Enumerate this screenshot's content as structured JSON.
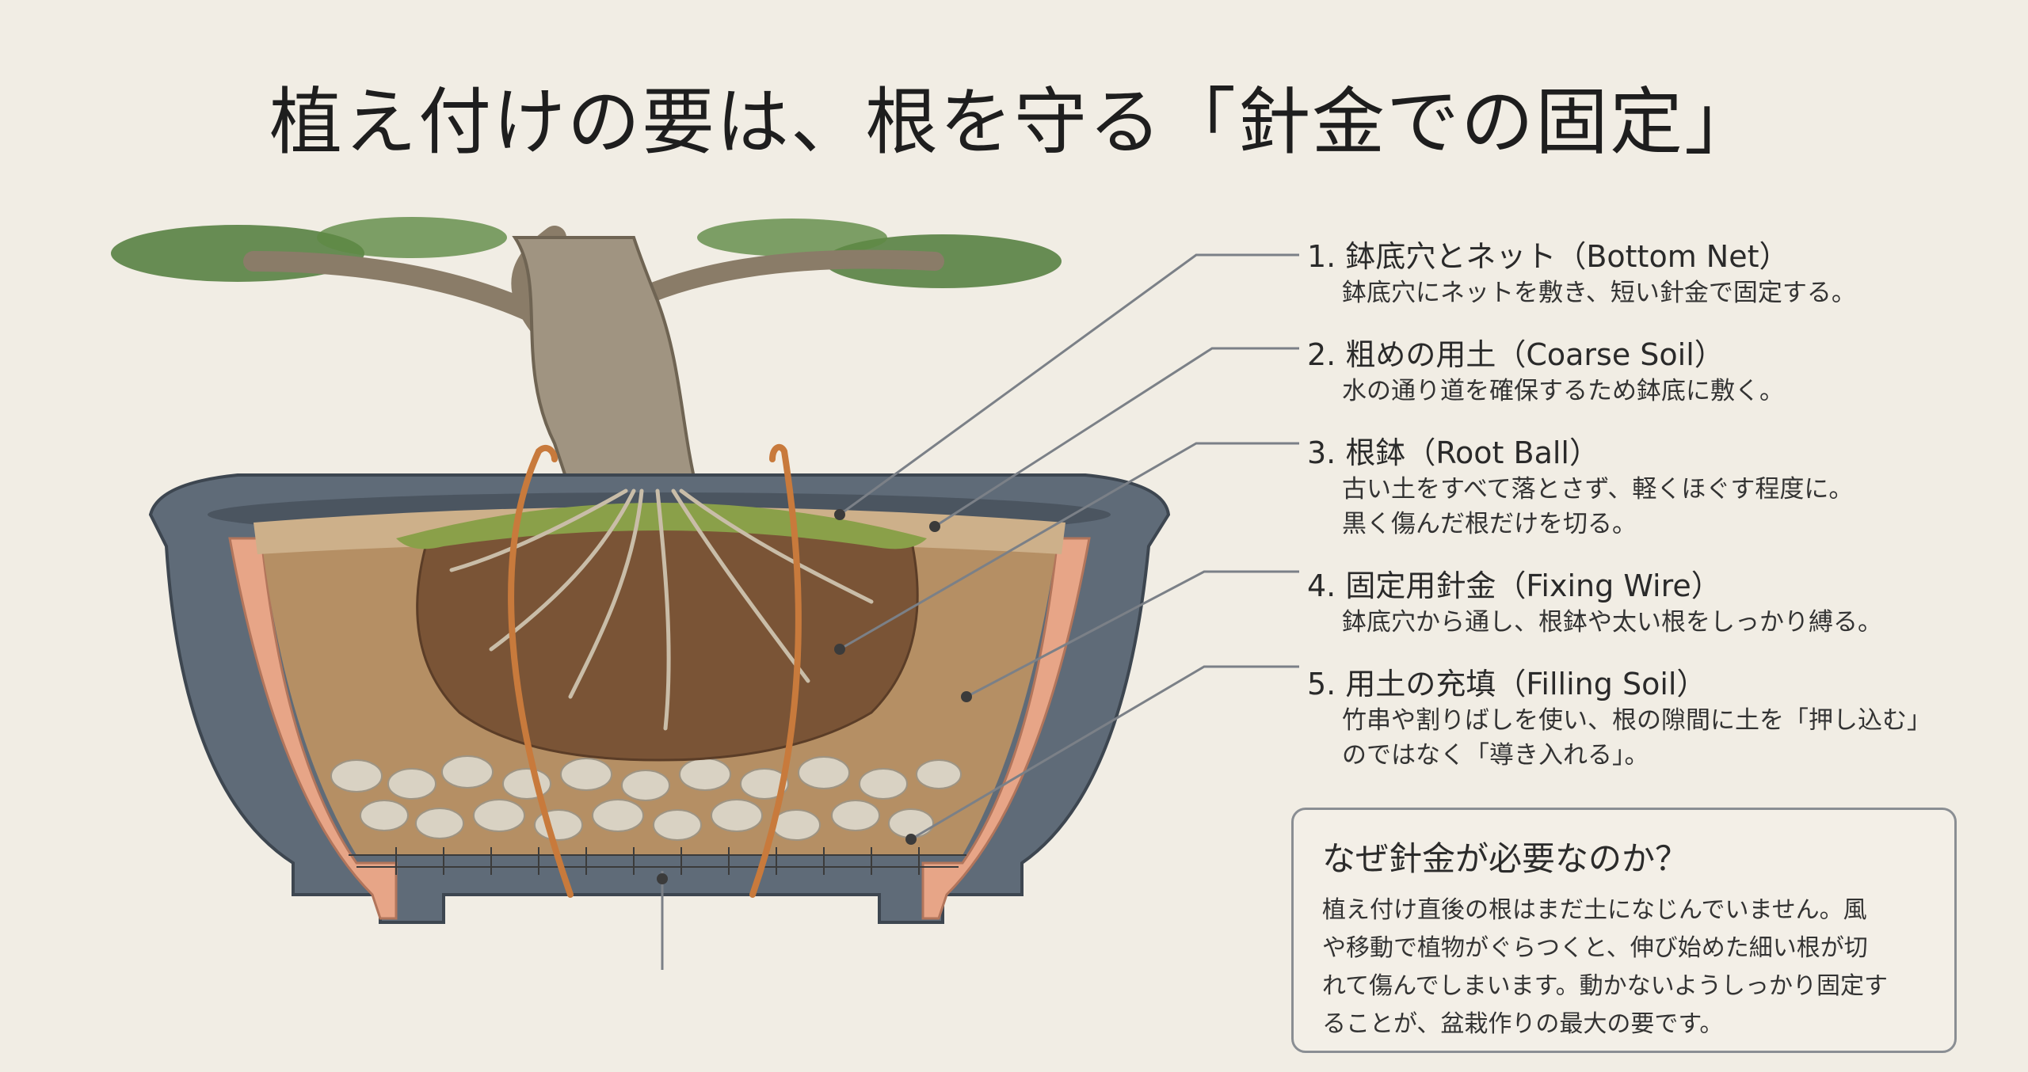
{
  "title": "植え付けの要は、根を守る「針金での固定」",
  "callouts": [
    {
      "head": "1. 鉢底穴とネット（Bottom Net）",
      "body": [
        "鉢底穴にネットを敷き、短い針金で固定する。"
      ]
    },
    {
      "head": "2. 粗めの用土（Coarse Soil）",
      "body": [
        "水の通り道を確保するため鉢底に敷く。"
      ]
    },
    {
      "head": "3. 根鉢（Root Ball）",
      "body": [
        "古い土をすべて落とさず、軽くほぐす程度に。",
        "黒く傷んだ根だけを切る。"
      ]
    },
    {
      "head": "4. 固定用針金（Fixing Wire）",
      "body": [
        "鉢底穴から通し、根鉢や太い根をしっかり縛る。"
      ]
    },
    {
      "head": "5. 用土の充填（Filling Soil）",
      "body": [
        "竹串や割りばしを使い、根の隙間に土を「押し込む」",
        "のではなく「導き入れる」。"
      ]
    }
  ],
  "note": {
    "title": "なぜ針金が必要なのか？",
    "body": [
      "植え付け直後の根はまだ土になじんでいません。風",
      "や移動で植物がぐらつくと、伸び始めた細い根が切",
      "れて傷んでしまいます。動かないようしっかり固定す",
      "ることが、盆栽作りの最大の要です。"
    ]
  },
  "colors": {
    "background": "#f1ede4",
    "pot": "#5f6b78",
    "pot_cut": "#e7a587",
    "soil": "#b58f64",
    "root_ball": "#7a5436",
    "moss": "#8aa049",
    "stones": "#d9d2c3",
    "wire": "#c87a3c",
    "foliage": "#4f7a3a",
    "leader_line": "#7b8087"
  }
}
